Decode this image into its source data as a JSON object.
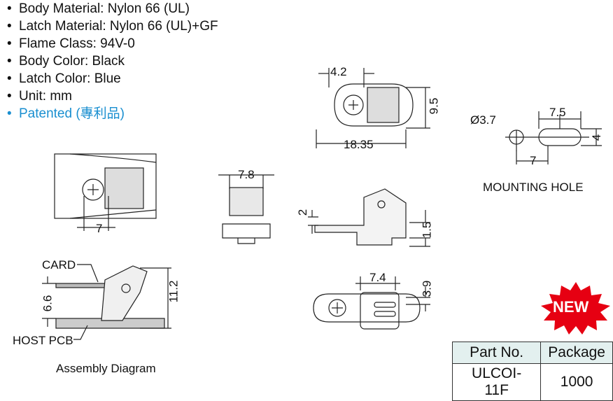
{
  "specs": [
    "Body Material: Nylon 66 (UL)",
    "Latch Material: Nylon 66 (UL)+GF",
    "Flame Class: 94V-0",
    "Body Color: Black",
    "Latch Color: Blue",
    "Unit: mm"
  ],
  "patented": "Patented (專利品)",
  "dimensions": {
    "top_width_4_2": "4.2",
    "top_height_9_5": "9.5",
    "top_length_18_35": "18.35",
    "hole_dia": "Ø3.7",
    "slot_len": "7.5",
    "slot_w": "4",
    "hole_pitch": "7",
    "mounting_hole": "MOUNTING  HOLE",
    "assy_top_7": "7",
    "front_7_8": "7.8",
    "side_2": "2",
    "side_1_5": "1.5",
    "bottom_7_4": "7.4",
    "bottom_3_9": "3.9",
    "card": "CARD",
    "assy_6_6": "6.6",
    "assy_11_2": "11.2",
    "host_pcb": "HOST  PCB",
    "assembly_diagram": "Assembly Diagram"
  },
  "badge": "NEW",
  "colors": {
    "badge": "#e60012",
    "accent": "#1a8fd0",
    "table_header": "#e3f0ef"
  },
  "table": {
    "headers": [
      "Part No.",
      "Package"
    ],
    "rows": [
      [
        "ULCOI-11F",
        "1000"
      ]
    ]
  }
}
